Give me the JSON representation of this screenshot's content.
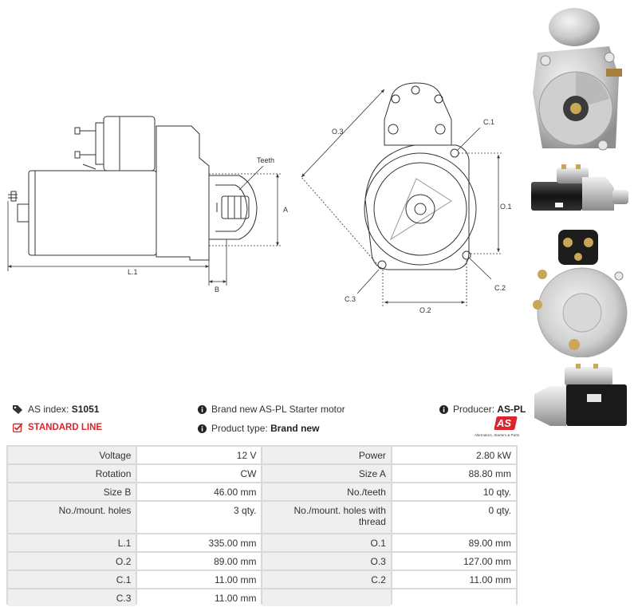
{
  "drawing_labels": {
    "teeth": "Teeth",
    "a": "A",
    "b": "B",
    "l1": "L.1",
    "o1": "O.1",
    "o2": "O.2",
    "o3": "O.3",
    "c1": "C.1",
    "c2": "C.2",
    "c3": "C.3"
  },
  "info": {
    "as_index_label": "AS index:",
    "as_index_value": "S1051",
    "standard_line": "STANDARD LINE",
    "description": "Brand new AS-PL Starter motor",
    "product_type_label": "Product type:",
    "product_type_value": "Brand new",
    "producer_label": "Producer:",
    "producer_value": "AS-PL",
    "logo_text": "AS",
    "logo_tagline": "Alternators, Starters & Parts"
  },
  "specs": [
    [
      "Voltage",
      "12 V",
      "Power",
      "2.80 kW"
    ],
    [
      "Rotation",
      "CW",
      "Size A",
      "88.80 mm"
    ],
    [
      "Size B",
      "46.00 mm",
      "No./teeth",
      "10 qty."
    ],
    [
      "No./mount. holes",
      "3 qty.",
      "No./mount. holes with thread",
      "0 qty."
    ],
    [
      "L.1",
      "335.00 mm",
      "O.1",
      "89.00 mm"
    ],
    [
      "O.2",
      "89.00 mm",
      "O.3",
      "127.00 mm"
    ],
    [
      "C.1",
      "11.00 mm",
      "C.2",
      "11.00 mm"
    ],
    [
      "C.3",
      "11.00 mm",
      "",
      ""
    ]
  ],
  "colors": {
    "accent_red": "#d9252b",
    "label_bg": "#efefef",
    "grid": "#d9d9d9"
  }
}
